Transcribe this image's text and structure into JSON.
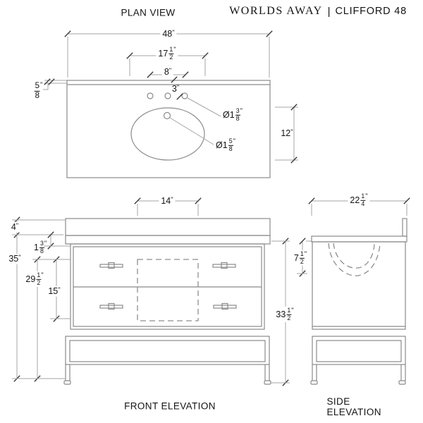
{
  "header": {
    "brand": "WORLDS AWAY",
    "separator": "|",
    "product": "CLIFFORD 48"
  },
  "plan_view": {
    "title": "PLAN VIEW",
    "overall_width": {
      "whole": "48",
      "unit": "\""
    },
    "faucet_span": {
      "whole": "17",
      "num": "1",
      "den": "2",
      "unit": "\""
    },
    "outer_hole_spacing": {
      "whole": "8",
      "unit": "\""
    },
    "backsplash_thickness": {
      "num": "5",
      "den": "8",
      "unit": "\""
    },
    "hole_spacing": {
      "whole": "3",
      "unit": "\""
    },
    "faucet_hole_diameter": {
      "prefix": "Ø1",
      "num": "3",
      "den": "8",
      "unit": "\""
    },
    "drain_diameter": {
      "prefix": "Ø1",
      "num": "5",
      "den": "8",
      "unit": "\""
    },
    "basin_depth_front_back": {
      "whole": "12",
      "unit": "\""
    }
  },
  "front_elevation": {
    "title": "FRONT ELEVATION",
    "sink_cutout_width": {
      "whole": "14",
      "unit": "\""
    },
    "backsplash_height": {
      "whole": "4",
      "unit": "\""
    },
    "countertop_thickness": {
      "whole": "1",
      "num": "3",
      "den": "8",
      "unit": "\""
    },
    "overall_height": {
      "whole": "35",
      "unit": "\""
    },
    "counter_height": {
      "whole": "29",
      "num": "1",
      "den": "2",
      "unit": "\""
    },
    "drawer_stack_height": {
      "whole": "15",
      "unit": "\""
    },
    "cabinet_height": {
      "whole": "33",
      "num": "1",
      "den": "2",
      "unit": "\""
    }
  },
  "side_elevation": {
    "title": "SIDE ELEVATION",
    "overall_depth": {
      "whole": "22",
      "num": "1",
      "den": "4",
      "unit": "\""
    },
    "bowl_depth": {
      "whole": "7",
      "num": "1",
      "den": "2",
      "unit": "\""
    }
  },
  "colors": {
    "background": "#ffffff",
    "drawing_line": "#8a8a8a",
    "dimension_line": "#a6a6a6",
    "tick": "#3c3c3c",
    "text": "#141414"
  }
}
